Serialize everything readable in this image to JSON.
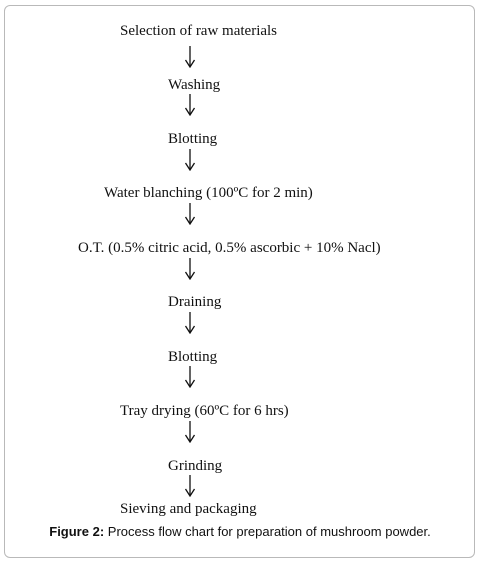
{
  "flowchart": {
    "steps": [
      "Selection of raw materials",
      "Washing",
      "Blotting",
      "Water blanching (100ºC for 2 min)",
      "O.T. (0.5% citric acid, 0.5% ascorbic + 10% Nacl)",
      "Draining",
      "Blotting",
      "Tray drying (60ºC for 6 hrs)",
      "Grinding",
      "Sieving and packaging"
    ]
  },
  "caption": {
    "label": "Figure 2:",
    "text": " Process flow chart for preparation of mushroom powder."
  }
}
